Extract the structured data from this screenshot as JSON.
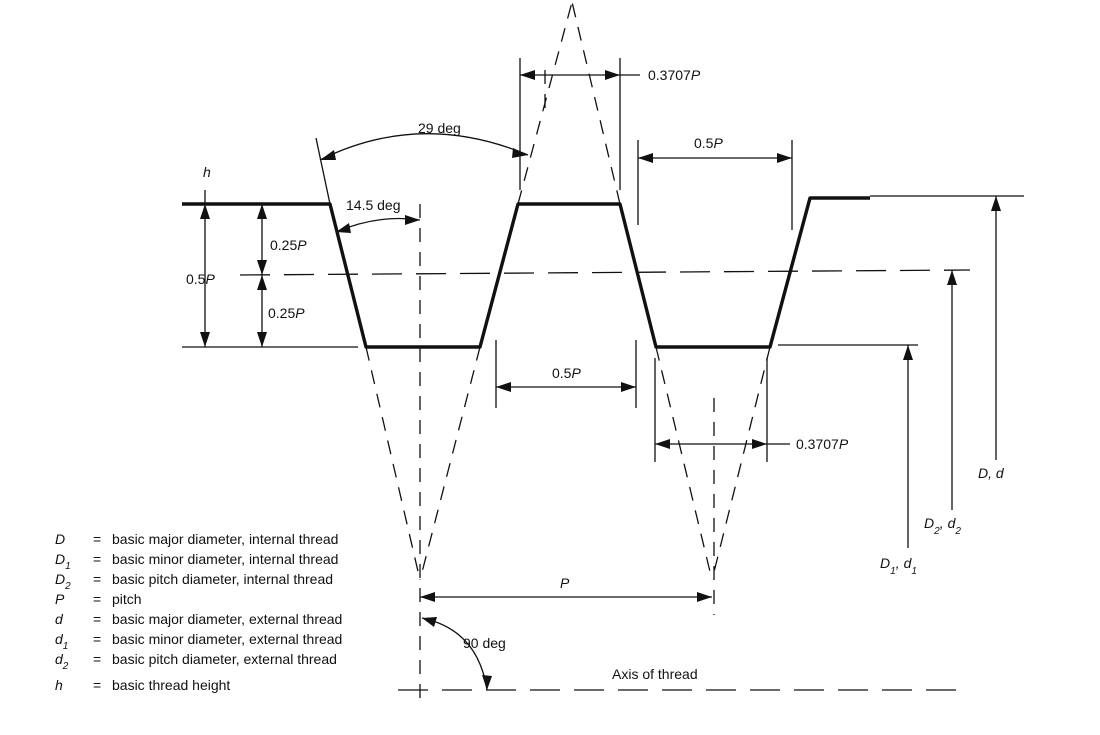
{
  "labels": {
    "h": "h",
    "angle_29": "29 deg",
    "angle_14_5": "14.5 deg",
    "dim_0_3707P_top": "0.3707",
    "dim_0_5P_top": "0.5",
    "dim_0_25P_upper": "0.25",
    "dim_0_25P_lower": "0.25",
    "dim_0_5P_left": "0.5",
    "dim_0_5P_mid": "0.5",
    "dim_0_3707P_bottom": "0.3707",
    "p_symbol": "P",
    "dim_pitch": "P",
    "angle_90": "90 deg",
    "axis": "Axis of thread",
    "D_d_main": "D, d",
    "D2_main": "D",
    "D2_sub": "2",
    "d2_main": "d",
    "d2_sub": "2",
    "D1_main": "D",
    "D1_sub": "1",
    "d1_main": "d",
    "d1_sub": "1",
    "comma": ","
  },
  "legend": [
    {
      "symbol": "D",
      "sub": "",
      "eq": "=",
      "text": "basic major diameter, internal thread"
    },
    {
      "symbol": "D",
      "sub": "1",
      "eq": "=",
      "text": "basic minor diameter, internal thread"
    },
    {
      "symbol": "D",
      "sub": "2",
      "eq": "=",
      "text": "basic pitch diameter, internal thread"
    },
    {
      "symbol": "P",
      "sub": "",
      "eq": "=",
      "text": "pitch"
    },
    {
      "symbol": "d",
      "sub": "",
      "eq": "=",
      "text": "basic major diameter, external thread"
    },
    {
      "symbol": "d",
      "sub": "1",
      "eq": "=",
      "text": "basic minor diameter, external thread"
    },
    {
      "symbol": "d",
      "sub": "2",
      "eq": "=",
      "text": "basic pitch diameter, external thread"
    },
    {
      "symbol": "h",
      "sub": "",
      "eq": "=",
      "text": "basic thread height"
    }
  ]
}
